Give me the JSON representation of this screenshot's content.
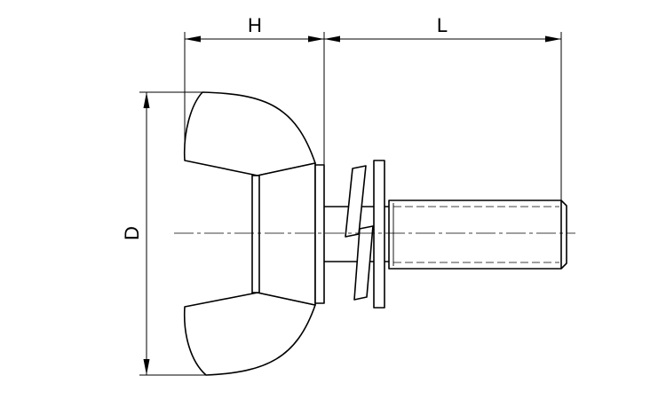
{
  "dimensions": {
    "h_label": "H",
    "l_label": "L",
    "d_label": "D"
  }
}
